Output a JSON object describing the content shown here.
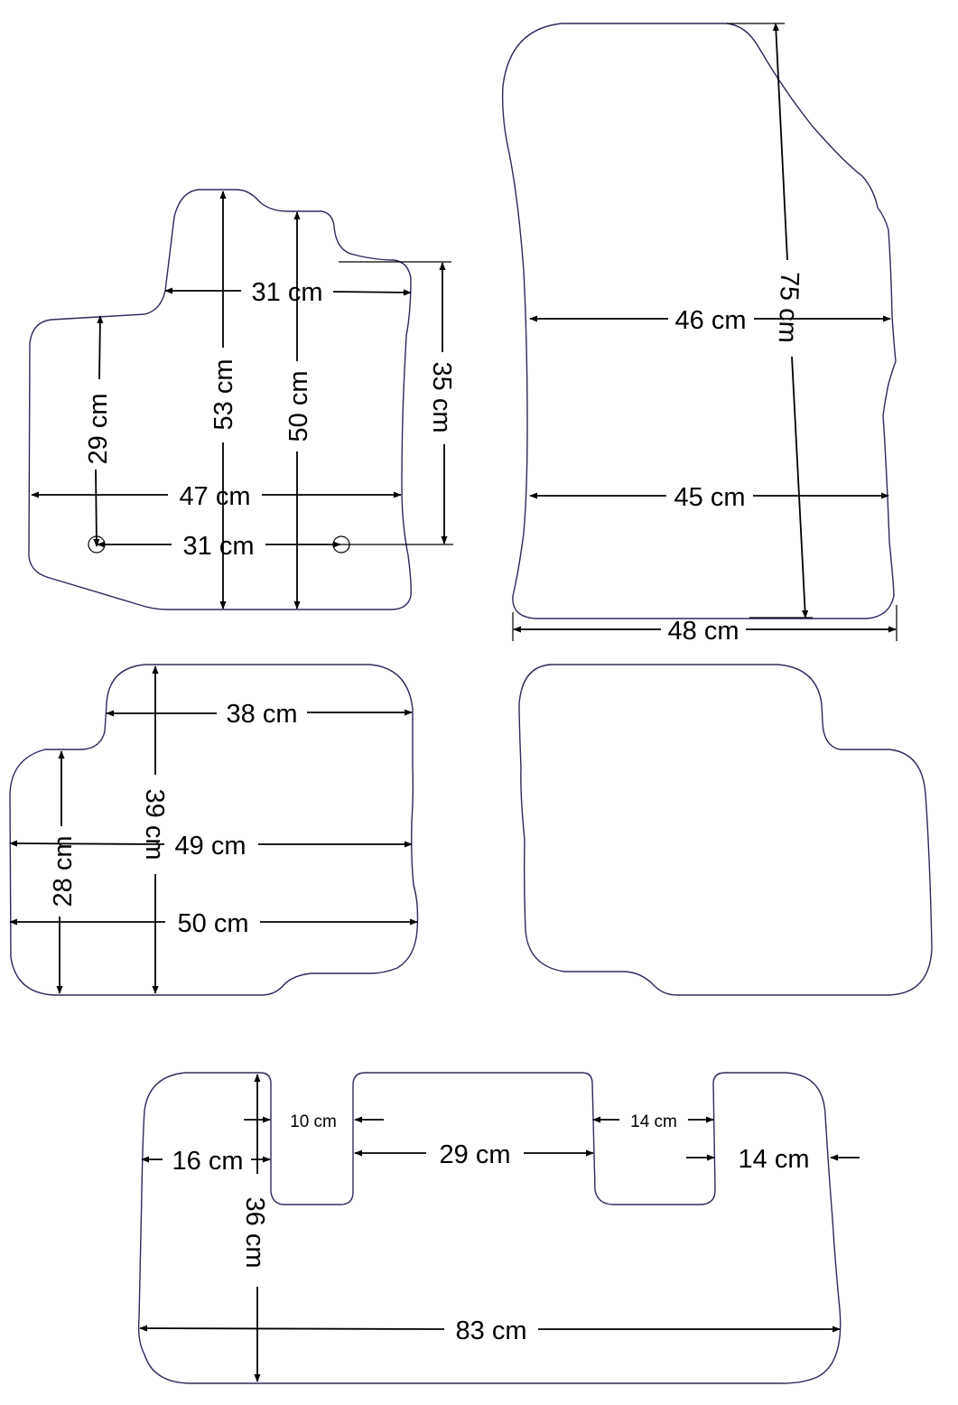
{
  "colors": {
    "outline": "#2b2a5e",
    "ink": "#000000",
    "background": "#ffffff"
  },
  "front_left_mat": {
    "top_width": "31 cm",
    "left_height": "29 cm",
    "height_max": "53 cm",
    "height_mid": "50 cm",
    "right_height": "35 cm",
    "width": "47 cm",
    "hole_spacing": "31 cm"
  },
  "front_right_mat": {
    "upper_width": "46 cm",
    "diagonal_height": "75 cm",
    "lower_width": "45 cm",
    "bottom_width": "48 cm"
  },
  "rear_left_mat": {
    "top_width": "38 cm",
    "height": "39 cm",
    "left_height": "28 cm",
    "mid_width": "49 cm",
    "bottom_width": "50 cm"
  },
  "rear_right_mat": {},
  "third_row_mat": {
    "left_offset": "16 cm",
    "notch_one": "10 cm",
    "middle_span": "29 cm",
    "notch_two": "14 cm",
    "right_offset": "14 cm",
    "height": "36 cm",
    "width": "83 cm"
  }
}
